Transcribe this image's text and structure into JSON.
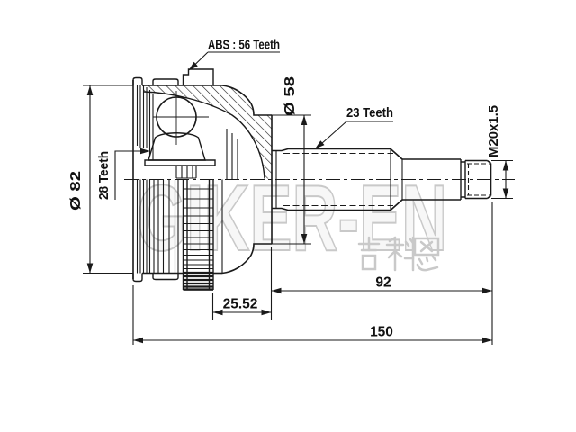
{
  "drawing": {
    "labels": {
      "abs": "ABS : 56 Teeth",
      "outer_spline": "23 Teeth",
      "inner_spline": "28 Teeth",
      "body_diameter": "Ø 82",
      "boss_diameter": "Ø 58",
      "thread_spec": "M20x1.5"
    },
    "dimensions": {
      "abs_ring_offset": "25.52",
      "shaft_length": "92",
      "overall_length": "150"
    },
    "watermark": {
      "brand": "GIKER-EN",
      "cjk": "吉科恩"
    },
    "colors": {
      "line": "#1a1a1a",
      "watermark": "#c9c9c9",
      "background": "#ffffff"
    }
  }
}
